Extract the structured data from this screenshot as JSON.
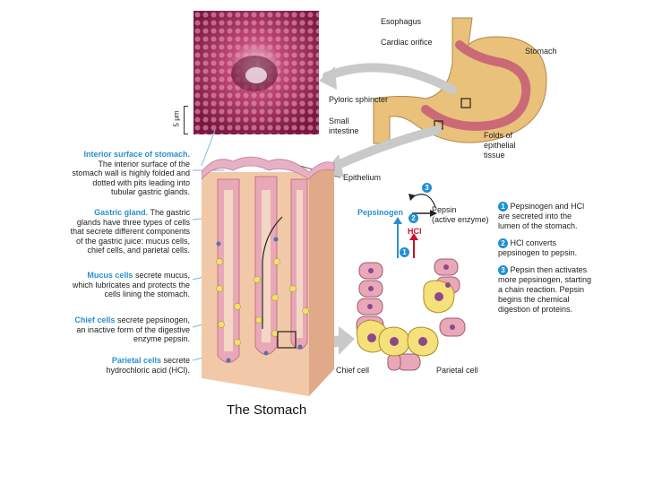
{
  "caption": "The Stomach",
  "micrograph": {
    "scale_label": "5 μm"
  },
  "stomach_labels": {
    "esophagus": "Esophagus",
    "cardiac_orifice": "Cardiac orifice",
    "stomach": "Stomach",
    "pyloric_sphincter": "Pyloric sphincter",
    "small_intestine_1": "Small",
    "small_intestine_2": "intestine",
    "folds_1": "Folds of",
    "folds_2": "epithelial",
    "folds_3": "tissue"
  },
  "epithelium_label": "Epithelium",
  "descriptions": [
    {
      "head": "Interior surface of stomach.",
      "body": "The interior surface of the stomach wall is highly folded and dotted with pits leading into tubular gastric glands."
    },
    {
      "head": "Gastric gland.",
      "body": "The gastric glands have three types of cells that secrete different components of the gastric juice: mucus cells, chief cells, and parietal cells."
    },
    {
      "head": "Mucus cells",
      "body": "secrete mucus, which lubricates and protects the cells lining the stomach."
    },
    {
      "head": "Chief cells",
      "body": "secrete pepsinogen, an inactive form of the digestive enzyme pepsin."
    },
    {
      "head": "Parietal cells",
      "body": "secrete hydrochloric acid (HCl)."
    }
  ],
  "reaction": {
    "pepsinogen": "Pepsinogen",
    "pepsin": "Pepsin",
    "pepsin_sub": "(active enzyme)",
    "hcl": "HCl",
    "n1": "1",
    "n2": "2",
    "n3": "3"
  },
  "steps": [
    {
      "num": "1",
      "text": "Pepsinogen and HCl are secreted into the lumen of the stomach."
    },
    {
      "num": "2",
      "text": "HCl converts pepsinogen to pepsin."
    },
    {
      "num": "3",
      "text": "Pepsin then activates more pepsinogen, starting a chain reaction. Pepsin begins the chemical digestion of proteins."
    }
  ],
  "cell_labels": {
    "chief": "Chief cell",
    "parietal": "Parietal cell"
  },
  "colors": {
    "accent_blue": "#2a8fd0",
    "hcl_red": "#c8102e",
    "mucosa_pink": "#e9a8b8",
    "parietal_yellow": "#f5e07a"
  }
}
